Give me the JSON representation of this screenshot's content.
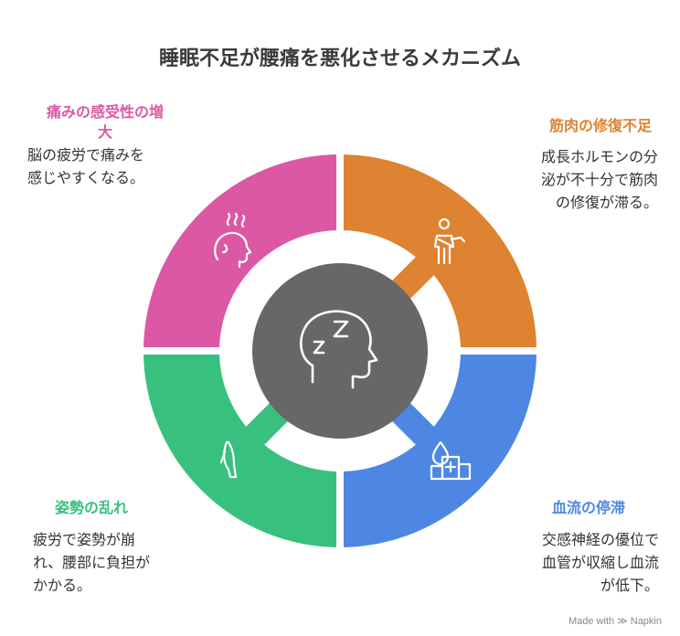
{
  "title": "睡眠不足が腰痛を悪化させるメカニズム",
  "colors": {
    "pink": "#dc58a5",
    "orange": "#dd8331",
    "green": "#38c07f",
    "blue": "#4d87e3",
    "center": "#676767"
  },
  "sections": {
    "top_left": {
      "label_line1": "痛みの感受性の増",
      "label_line2": "大",
      "desc_line1": "脳の疲労で痛みを",
      "desc_line2": "感じやすくなる。",
      "icon": "head-steam-icon"
    },
    "top_right": {
      "label": "筋肉の修復不足",
      "desc_line1": "成長ホルモンの分",
      "desc_line2": "泌が不十分で筋肉",
      "desc_line3": "の修復が滞る。",
      "icon": "person-arm-sling-icon"
    },
    "bottom_left": {
      "label": "姿勢の乱れ",
      "desc_line1": "疲労で姿勢が崩",
      "desc_line2": "れ、腰部に負担が",
      "desc_line3": "かかる。",
      "icon": "body-posture-icon"
    },
    "bottom_right": {
      "label": "血流の停滞",
      "desc_line1": "交感神経の優位で",
      "desc_line2": "血管が収縮し血流",
      "desc_line3": "が低下。",
      "icon": "blood-drop-hospital-icon"
    }
  },
  "center_icon": "sleeping-head-icon",
  "footer": "Made with ≫ Napkin"
}
